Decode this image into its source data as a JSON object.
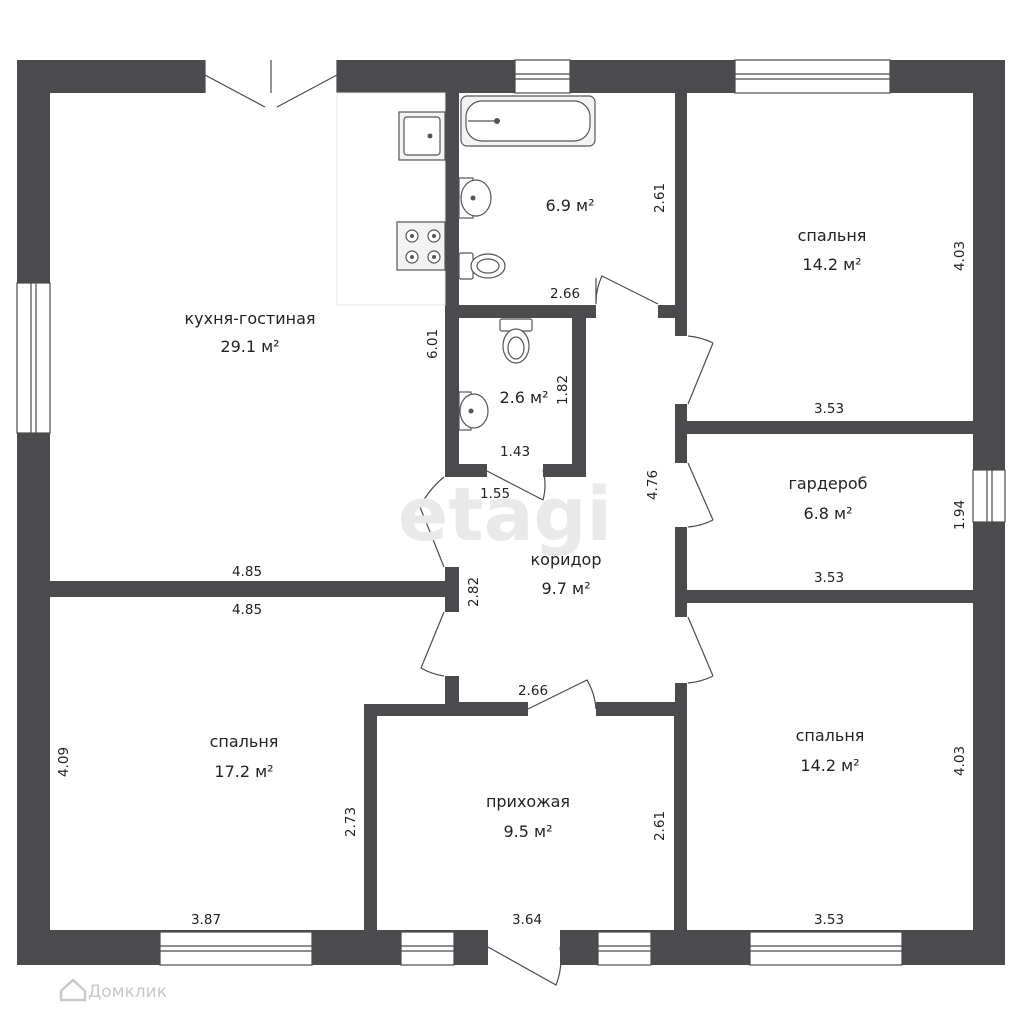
{
  "rooms": {
    "kitchen": {
      "name": "кухня-гостиная",
      "area": "29.1 м²"
    },
    "bath": {
      "area": "6.9 м²"
    },
    "wc": {
      "area": "2.6 м²"
    },
    "bedroom_ne": {
      "name": "спальня",
      "area": "14.2 м²"
    },
    "wardrobe": {
      "name": "гардероб",
      "area": "6.8 м²"
    },
    "corridor": {
      "name": "коридор",
      "area": "9.7 м²"
    },
    "bedroom_sw": {
      "name": "спальня",
      "area": "17.2 м²"
    },
    "hall": {
      "name": "прихожая",
      "area": "9.5 м²"
    },
    "bedroom_se": {
      "name": "спальня",
      "area": "14.2 м²"
    }
  },
  "dims": {
    "kitchen_h": "6.01",
    "kitchen_bottom": "4.85",
    "bed_sw_top": "4.85",
    "bath_h": "2.61",
    "bath_w": "2.66",
    "wc_h": "1.82",
    "wc_w": "1.43",
    "wc_door": "1.55",
    "corridor_h": "4.76",
    "corridor_w2": "2.82",
    "corridor_bottom": "2.66",
    "bed_ne_h": "4.03",
    "bed_ne_w": "3.53",
    "wardrobe_h": "1.94",
    "wardrobe_w": "3.53",
    "bed_sw_h": "4.09",
    "bed_sw_side": "2.73",
    "bed_sw_w": "3.87",
    "hall_h": "2.61",
    "hall_w": "3.64",
    "bed_se_h": "4.03",
    "bed_se_w": "3.53"
  },
  "watermark": "etagi",
  "brand": "Домклик",
  "colors": {
    "wall": "#4b4b4d",
    "floor": "#ffffff"
  }
}
